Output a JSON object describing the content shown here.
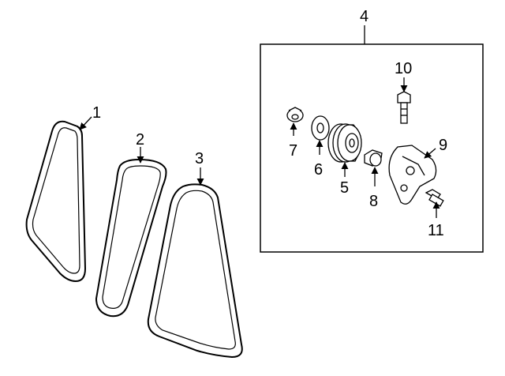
{
  "diagram": {
    "callouts": {
      "c1": "1",
      "c2": "2",
      "c3": "3",
      "c4": "4",
      "c5": "5",
      "c6": "6",
      "c7": "7",
      "c8": "8",
      "c9": "9",
      "c10": "10",
      "c11": "11"
    },
    "line_color": "#000000",
    "background": "#ffffff"
  }
}
